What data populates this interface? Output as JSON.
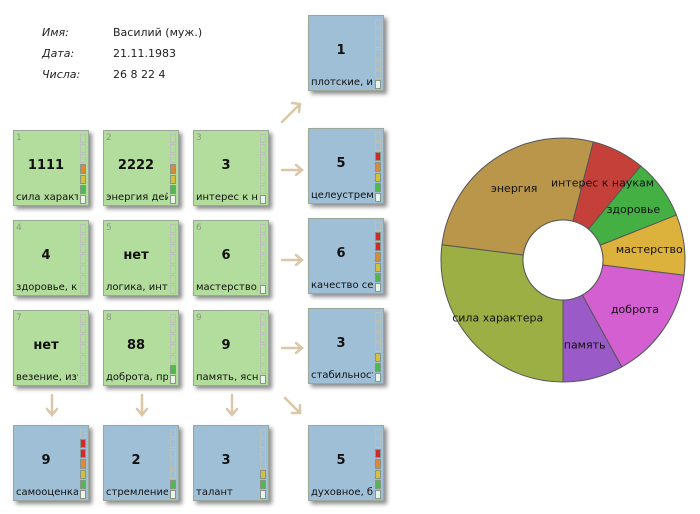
{
  "info": {
    "name_label": "Имя:",
    "name_value": "Василий (муж.)",
    "date_label": "Дата:",
    "date_value": "21.11.1983",
    "numbers_label": "Числа:",
    "numbers_value": "26 8 22 4"
  },
  "grid": [
    {
      "n": "1",
      "value": "1111",
      "label": "сила характе",
      "level": 4
    },
    {
      "n": "4",
      "value": "4",
      "label": "здоровье, кр",
      "level": 0
    },
    {
      "n": "7",
      "value": "нет",
      "label": "везение, изу",
      "level": 0
    },
    {
      "n": "2",
      "value": "2222",
      "label": "энергия дейс",
      "level": 4
    },
    {
      "n": "5",
      "value": "нет",
      "label": "логика, инту",
      "level": 0
    },
    {
      "n": "8",
      "value": "88",
      "label": "доброта, пра",
      "level": 2
    },
    {
      "n": "3",
      "value": "3",
      "label": "интерес к на",
      "level": 1
    },
    {
      "n": "6",
      "value": "6",
      "label": "мастерство,",
      "level": 1
    },
    {
      "n": "9",
      "value": "9",
      "label": "память, ясно",
      "level": 1
    }
  ],
  "bottom": [
    {
      "value": "9",
      "label": "самооценка,",
      "level": 6
    },
    {
      "value": "2",
      "label": "стремление",
      "level": 2
    },
    {
      "value": "3",
      "label": "талант",
      "level": 3
    }
  ],
  "right": [
    {
      "value": "1",
      "label": "плотские, ин",
      "level": 1
    },
    {
      "value": "5",
      "label": "целеустремл",
      "level": 5
    },
    {
      "value": "6",
      "label": "качество сем",
      "level": 6
    },
    {
      "value": "3",
      "label": "стабильность",
      "level": 3
    },
    {
      "value": "5",
      "label": "духовное, бо",
      "level": 5
    }
  ],
  "colors": {
    "bar_red": "#d02a2a",
    "bar_orange": "#d8893a",
    "bar_yellow": "#d2c13c",
    "bar_green": "#4fb94f",
    "bar_light": "#e8f4e8"
  },
  "chart_data": {
    "type": "pie",
    "donut": true,
    "slices": [
      {
        "label": "сила характера",
        "value": 27,
        "color": "#9caf45"
      },
      {
        "label": "энергия",
        "value": 27,
        "color": "#b9964a"
      },
      {
        "label": "интерес к наукам",
        "value": 7,
        "color": "#c6403a"
      },
      {
        "label": "здоровье",
        "value": 8,
        "color": "#44b044"
      },
      {
        "label": "мастерство",
        "value": 8,
        "color": "#dcb23c"
      },
      {
        "label": "доброта",
        "value": 15,
        "color": "#d35fd1"
      },
      {
        "label": "память",
        "value": 8,
        "color": "#9a5ac8"
      }
    ]
  }
}
